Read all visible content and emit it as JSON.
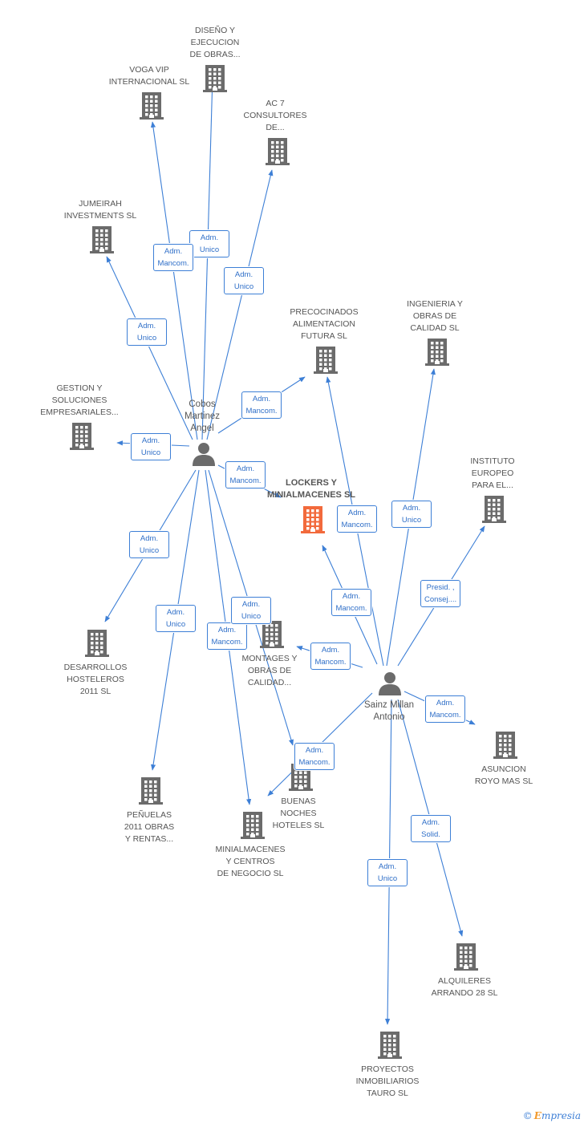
{
  "center_company": {
    "name": "LOCKERS Y\nMINIALMACENES SL",
    "color": "#f26a3c"
  },
  "persons": [
    {
      "id": "cobos",
      "name": "Cobos\nMartinez\nAngel"
    },
    {
      "id": "sainz",
      "name": "Sainz Millan\nAntonio"
    }
  ],
  "companies": [
    {
      "id": "diseno",
      "name": "DISEÑO Y\nEJECUCION\nDE OBRAS..."
    },
    {
      "id": "voga",
      "name": "VOGA VIP\nINTERNACIONAL SL"
    },
    {
      "id": "ac7",
      "name": "AC 7\nCONSULTORES\nDE..."
    },
    {
      "id": "jumeirah",
      "name": "JUMEIRAH\nINVESTMENTS SL"
    },
    {
      "id": "gestion",
      "name": "GESTION Y\nSOLUCIONES\nEMPRESARIALES..."
    },
    {
      "id": "precocinados",
      "name": "PRECOCINADOS\nALIMENTACION\nFUTURA SL"
    },
    {
      "id": "ingenieria",
      "name": "INGENIERIA Y\nOBRAS DE\nCALIDAD SL"
    },
    {
      "id": "instituto",
      "name": "INSTITUTO\nEUROPEO\nPARA EL..."
    },
    {
      "id": "desarrollos",
      "name": "DESARROLLOS\nHOSTELEROS\n2011 SL"
    },
    {
      "id": "montages",
      "name": "MONTAGES Y\nOBRAS DE\nCALIDAD..."
    },
    {
      "id": "asuncion",
      "name": "ASUNCION\nROYO MAS SL"
    },
    {
      "id": "penuelas",
      "name": "PEÑUELAS\n2011 OBRAS\nY RENTAS..."
    },
    {
      "id": "buenas",
      "name": "BUENAS\nNOCHES\nHOTELES SL"
    },
    {
      "id": "minialmacenes",
      "name": "MINIALMACENES\nY CENTROS\nDE NEGOCIO SL"
    },
    {
      "id": "alquileres",
      "name": "ALQUILERES\nARRANDO 28 SL"
    },
    {
      "id": "proyectos",
      "name": "PROYECTOS\nINMOBILIARIOS\nTAURO SL"
    }
  ],
  "edges": [
    {
      "from": "cobos",
      "to": "diseno",
      "label": "Adm.\nUnico"
    },
    {
      "from": "cobos",
      "to": "voga",
      "label": "Adm.\nMancom."
    },
    {
      "from": "cobos",
      "to": "ac7",
      "label": "Adm.\nUnico"
    },
    {
      "from": "cobos",
      "to": "jumeirah",
      "label": "Adm.\nUnico"
    },
    {
      "from": "cobos",
      "to": "precocinados",
      "label": "Adm.\nMancom."
    },
    {
      "from": "cobos",
      "to": "gestion",
      "label": "Adm.\nUnico"
    },
    {
      "from": "cobos",
      "to": "center",
      "label": "Adm.\nMancom."
    },
    {
      "from": "cobos",
      "to": "desarrollos",
      "label": "Adm.\nUnico"
    },
    {
      "from": "cobos",
      "to": "penuelas",
      "label": "Adm.\nUnico"
    },
    {
      "from": "cobos",
      "to": "minialmacenes",
      "label": "Adm.\nMancom."
    },
    {
      "from": "cobos",
      "to": "buenas",
      "label": "Adm.\nUnico"
    },
    {
      "from": "sainz",
      "to": "precocinados",
      "label": "Adm.\nMancom."
    },
    {
      "from": "sainz",
      "to": "ingenieria",
      "label": "Adm.\nUnico"
    },
    {
      "from": "sainz",
      "to": "instituto",
      "label": "Presid. ,\nConsej...."
    },
    {
      "from": "sainz",
      "to": "center",
      "label": "Adm.\nMancom."
    },
    {
      "from": "sainz",
      "to": "montages",
      "label": "Adm.\nMancom."
    },
    {
      "from": "sainz",
      "to": "asuncion",
      "label": "Adm.\nMancom."
    },
    {
      "from": "sainz",
      "to": "minialmacenes",
      "label": "Adm.\nMancom."
    },
    {
      "from": "sainz",
      "to": "alquileres",
      "label": "Adm.\nSolid."
    },
    {
      "from": "sainz",
      "to": "proyectos",
      "label": "Adm.\nUnico"
    }
  ],
  "colors": {
    "edge": "#3d7fd6",
    "building": "#6b6b6b",
    "person": "#6b6b6b",
    "center_building": "#f26a3c"
  },
  "footer": {
    "copyright": "©",
    "brand": "Empresia"
  }
}
